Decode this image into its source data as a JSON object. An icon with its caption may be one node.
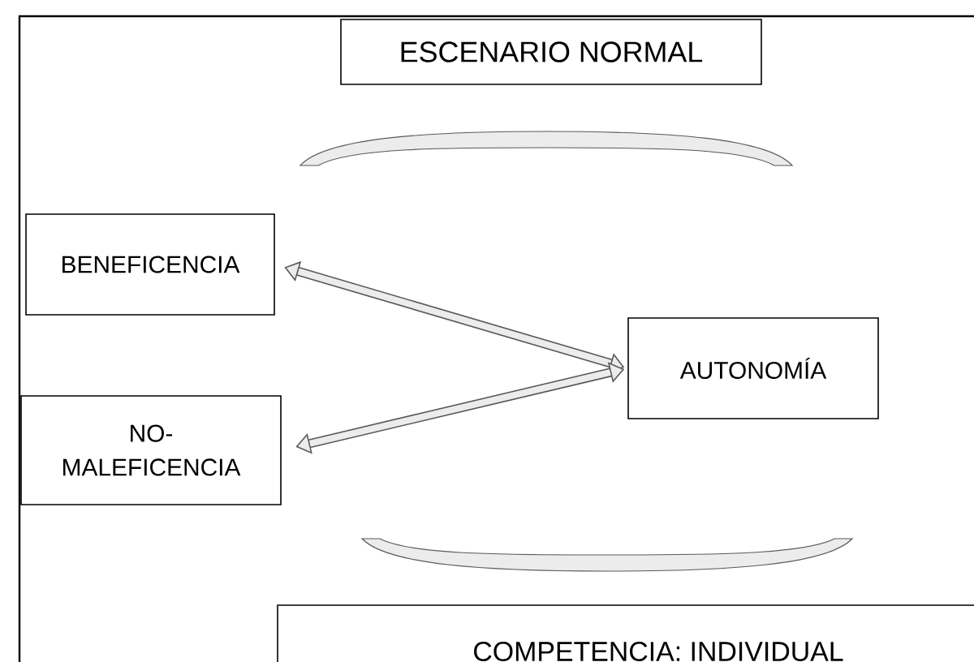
{
  "diagram": {
    "nodes": [
      {
        "text": [
          "ESCENARIO NORMAL"
        ]
      },
      {
        "text": [],
        "shape": "arc"
      },
      {
        "text": [
          "BENEFICENCIA"
        ]
      },
      {
        "text": [
          "AUTONOMÍA"
        ]
      },
      {
        "text": [
          "NO- MALEFICENCIA"
        ]
      },
      {
        "text": [],
        "shape": "arc"
      },
      {
        "text": [
          "COMPETENCIA: INDIVIDUAL"
        ]
      }
    ],
    "edges": [
      {
        "from": 2,
        "to": 3,
        "arrow": "both"
      },
      {
        "from": 4,
        "to": 3,
        "arrow": "both"
      }
    ]
  }
}
